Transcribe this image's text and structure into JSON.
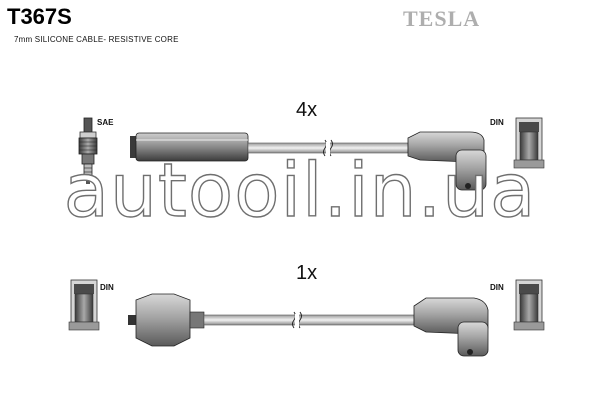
{
  "header": {
    "part_number": "T367S",
    "subtitle": "7mm SILICONE CABLE- RESISTIVE CORE",
    "brand": "TESLA"
  },
  "cable_sets": [
    {
      "quantity": "4x",
      "left_connector": "SAE",
      "right_connector": "DIN"
    },
    {
      "quantity": "1x",
      "left_connector": "DIN",
      "right_connector": "DIN"
    }
  ],
  "watermark": "autooil.in.ua"
}
